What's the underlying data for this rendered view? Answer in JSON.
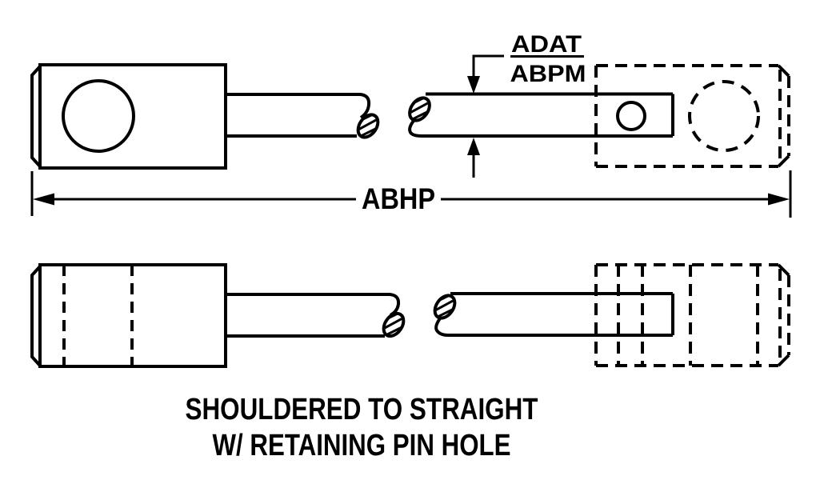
{
  "colors": {
    "background": "#ffffff",
    "line": "#000000"
  },
  "title": {
    "line1": "SHOULDERED TO STRAIGHT",
    "line2": "W/ RETAINING PIN HOLE"
  },
  "labels": {
    "adat": "ADAT",
    "abpm": "ABPM",
    "abhp": "ABHP"
  }
}
